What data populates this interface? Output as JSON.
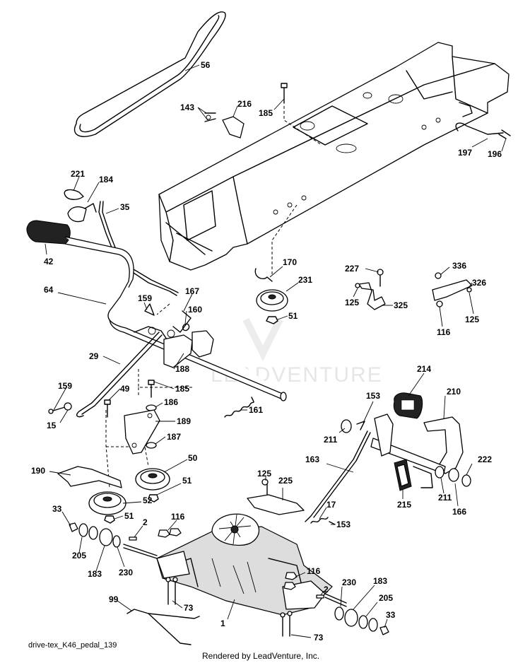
{
  "diagram": {
    "caption": "drive-tex_K46_pedal_139",
    "credit": "Rendered by LeadVenture, Inc.",
    "watermark": "LEADVENTURE",
    "callouts": [
      {
        "id": "c56",
        "text": "56"
      },
      {
        "id": "c143",
        "text": "143"
      },
      {
        "id": "c216",
        "text": "216"
      },
      {
        "id": "c185a",
        "text": "185"
      },
      {
        "id": "c197",
        "text": "197"
      },
      {
        "id": "c196",
        "text": "196"
      },
      {
        "id": "c221",
        "text": "221"
      },
      {
        "id": "c184",
        "text": "184"
      },
      {
        "id": "c35",
        "text": "35"
      },
      {
        "id": "c42",
        "text": "42"
      },
      {
        "id": "c64",
        "text": "64"
      },
      {
        "id": "c159a",
        "text": "159"
      },
      {
        "id": "c167",
        "text": "167"
      },
      {
        "id": "c160",
        "text": "160"
      },
      {
        "id": "c170",
        "text": "170"
      },
      {
        "id": "c231",
        "text": "231"
      },
      {
        "id": "c51a",
        "text": "51"
      },
      {
        "id": "c227",
        "text": "227"
      },
      {
        "id": "c125a",
        "text": "125"
      },
      {
        "id": "c325",
        "text": "325"
      },
      {
        "id": "c336",
        "text": "336"
      },
      {
        "id": "c326",
        "text": "326"
      },
      {
        "id": "c125b",
        "text": "125"
      },
      {
        "id": "c116a",
        "text": "116"
      },
      {
        "id": "c29",
        "text": "29"
      },
      {
        "id": "c188",
        "text": "188"
      },
      {
        "id": "c185b",
        "text": "185"
      },
      {
        "id": "c49",
        "text": "49"
      },
      {
        "id": "c186",
        "text": "186"
      },
      {
        "id": "c159b",
        "text": "159"
      },
      {
        "id": "c15",
        "text": "15"
      },
      {
        "id": "c161",
        "text": "161"
      },
      {
        "id": "c189",
        "text": "189"
      },
      {
        "id": "c187",
        "text": "187"
      },
      {
        "id": "c214",
        "text": "214"
      },
      {
        "id": "c153a",
        "text": "153"
      },
      {
        "id": "c210",
        "text": "210"
      },
      {
        "id": "c211a",
        "text": "211"
      },
      {
        "id": "c50",
        "text": "50"
      },
      {
        "id": "c190",
        "text": "190"
      },
      {
        "id": "c51b",
        "text": "51"
      },
      {
        "id": "c52",
        "text": "52"
      },
      {
        "id": "c125c",
        "text": "125"
      },
      {
        "id": "c225",
        "text": "225"
      },
      {
        "id": "c163",
        "text": "163"
      },
      {
        "id": "c222",
        "text": "222"
      },
      {
        "id": "c211b",
        "text": "211"
      },
      {
        "id": "c166",
        "text": "166"
      },
      {
        "id": "c215",
        "text": "215"
      },
      {
        "id": "c33a",
        "text": "33"
      },
      {
        "id": "c51c",
        "text": "51"
      },
      {
        "id": "c116b",
        "text": "116"
      },
      {
        "id": "c2a",
        "text": "2"
      },
      {
        "id": "c17",
        "text": "17"
      },
      {
        "id": "c153b",
        "text": "153"
      },
      {
        "id": "c205a",
        "text": "205"
      },
      {
        "id": "c183a",
        "text": "183"
      },
      {
        "id": "c230a",
        "text": "230"
      },
      {
        "id": "c116c",
        "text": "116"
      },
      {
        "id": "c2b",
        "text": "2"
      },
      {
        "id": "c230b",
        "text": "230"
      },
      {
        "id": "c183b",
        "text": "183"
      },
      {
        "id": "c205b",
        "text": "205"
      },
      {
        "id": "c99",
        "text": "99"
      },
      {
        "id": "c73a",
        "text": "73"
      },
      {
        "id": "c1",
        "text": "1"
      },
      {
        "id": "c33b",
        "text": "33"
      },
      {
        "id": "c73b",
        "text": "73"
      }
    ]
  }
}
